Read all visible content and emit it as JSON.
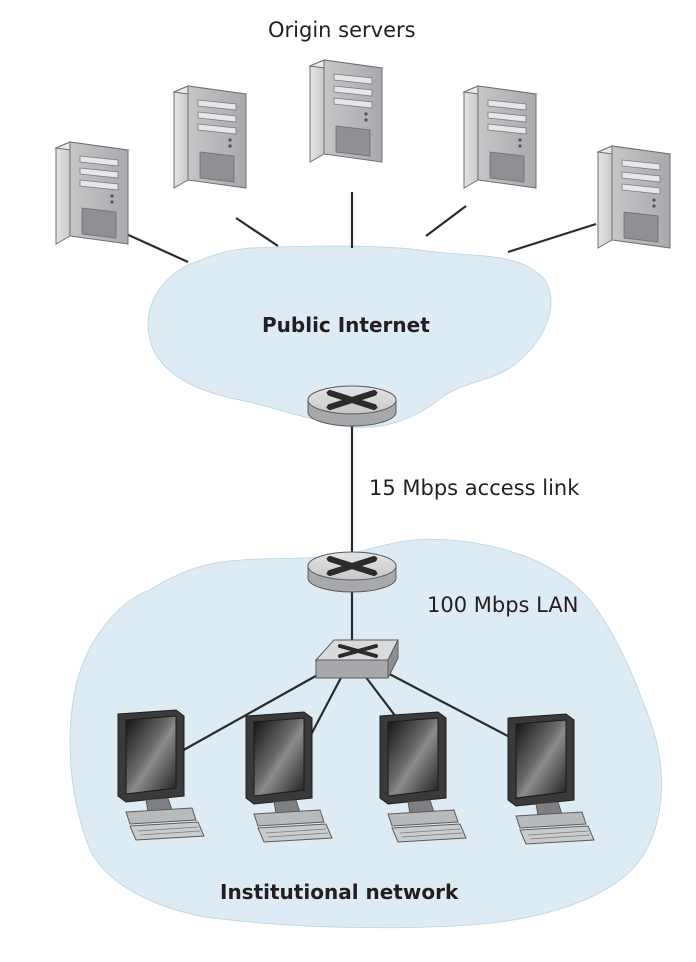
{
  "labels": {
    "origin_servers": "Origin servers",
    "public_internet": "Public Internet",
    "access_link": "15 Mbps access link",
    "lan": "100 Mbps LAN",
    "institutional_network": "Institutional network"
  },
  "colors": {
    "cloud_fill": "#dcebf4",
    "line": "#2b2b2b",
    "device_gray": "#c7c9cb",
    "screen_dark": "#2a2a2a"
  },
  "icons": {
    "servers": [
      "server-icon",
      "server-icon",
      "server-icon",
      "server-icon",
      "server-icon"
    ],
    "internet_router": "router-icon",
    "edge_router": "router-icon",
    "lan_switch": "switch-icon",
    "hosts": [
      "desktop-computer-icon",
      "desktop-computer-icon",
      "desktop-computer-icon",
      "desktop-computer-icon"
    ]
  }
}
